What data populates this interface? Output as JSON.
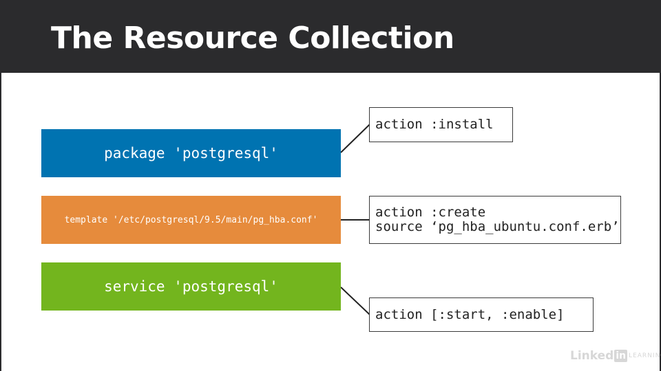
{
  "slide": {
    "title": "The Resource Collection"
  },
  "colors": {
    "header_bg": "#2b2b2d",
    "package": "#0073b1",
    "template": "#e68b3c",
    "service": "#73b51e"
  },
  "resources": [
    {
      "label": "package 'postgresql'",
      "icon": "blue"
    },
    {
      "label": "template '/etc/postgresql/9.5/main/pg_hba.conf'",
      "icon": "orange"
    },
    {
      "label": "service 'postgresql'",
      "icon": "green"
    }
  ],
  "attributes": [
    {
      "lines": [
        "action :install"
      ]
    },
    {
      "lines": [
        "action :create",
        "source ‘pg_hba_ubuntu.conf.erb’"
      ]
    },
    {
      "lines": [
        "action [:start, :enable]"
      ]
    }
  ],
  "branding": {
    "linked": "Linked",
    "in": "in",
    "learning": "LEARNING"
  }
}
